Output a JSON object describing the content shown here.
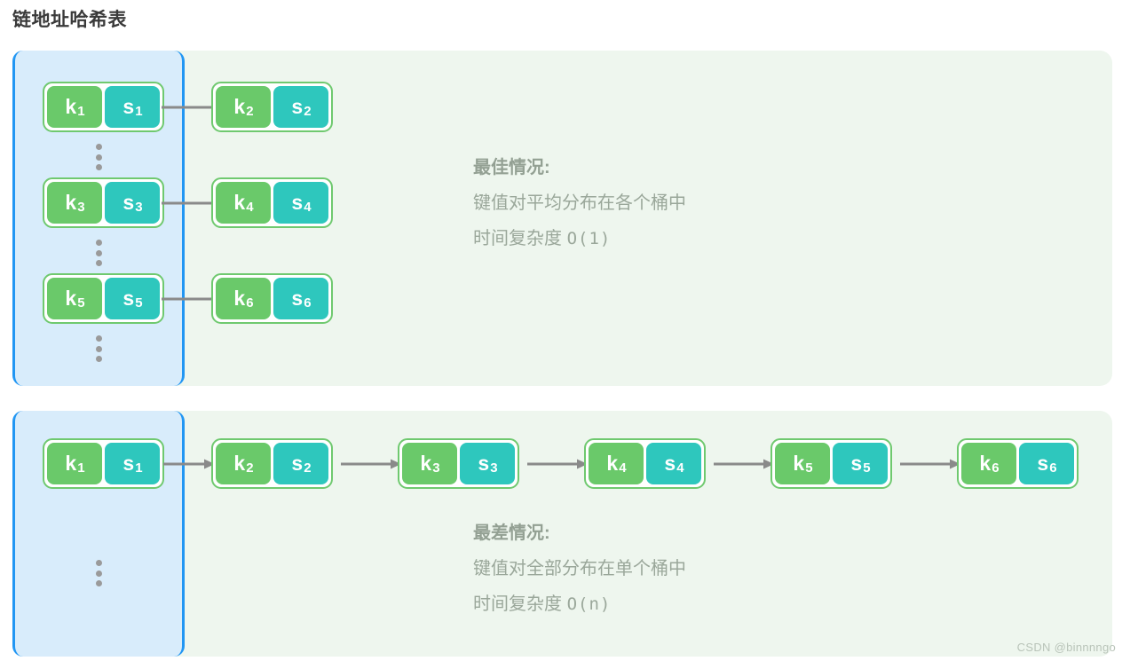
{
  "title": "链地址哈希表",
  "colors": {
    "panel_bg": "#eef6ee",
    "bucket_bg": "#d8ecfb",
    "bucket_border": "#2196f3",
    "key_box": "#6ac96a",
    "value_box": "#2ec7bd",
    "node_border": "#6fc96f",
    "arrow": "#8a8a8a",
    "dots": "#9a9a9a",
    "annotation_text": "#9aa79a",
    "title_text": "#3a3a3a",
    "watermark_text": "#b9c4b9"
  },
  "best_case": {
    "buckets": [
      {
        "head": {
          "key": "k",
          "key_sub": "1",
          "val": "s",
          "val_sub": "1"
        },
        "chain": [
          {
            "key": "k",
            "key_sub": "2",
            "val": "s",
            "val_sub": "2"
          }
        ]
      },
      {
        "head": {
          "key": "k",
          "key_sub": "3",
          "val": "s",
          "val_sub": "3"
        },
        "chain": [
          {
            "key": "k",
            "key_sub": "4",
            "val": "s",
            "val_sub": "4"
          }
        ]
      },
      {
        "head": {
          "key": "k",
          "key_sub": "5",
          "val": "s",
          "val_sub": "5"
        },
        "chain": [
          {
            "key": "k",
            "key_sub": "6",
            "val": "s",
            "val_sub": "6"
          }
        ]
      }
    ],
    "annotation": {
      "heading": "最佳情况:",
      "line1": "键值对平均分布在各个桶中",
      "line2_label": "时间复杂度",
      "line2_value": "O(1)"
    }
  },
  "worst_case": {
    "bucket": {
      "head": {
        "key": "k",
        "key_sub": "1",
        "val": "s",
        "val_sub": "1"
      },
      "chain": [
        {
          "key": "k",
          "key_sub": "2",
          "val": "s",
          "val_sub": "2"
        },
        {
          "key": "k",
          "key_sub": "3",
          "val": "s",
          "val_sub": "3"
        },
        {
          "key": "k",
          "key_sub": "4",
          "val": "s",
          "val_sub": "4"
        },
        {
          "key": "k",
          "key_sub": "5",
          "val": "s",
          "val_sub": "5"
        },
        {
          "key": "k",
          "key_sub": "6",
          "val": "s",
          "val_sub": "6"
        }
      ]
    },
    "annotation": {
      "heading": "最差情况:",
      "line1": "键值对全部分布在单个桶中",
      "line2_label": "时间复杂度",
      "line2_value": "O(n)"
    }
  },
  "watermark": "CSDN @binnnngo"
}
